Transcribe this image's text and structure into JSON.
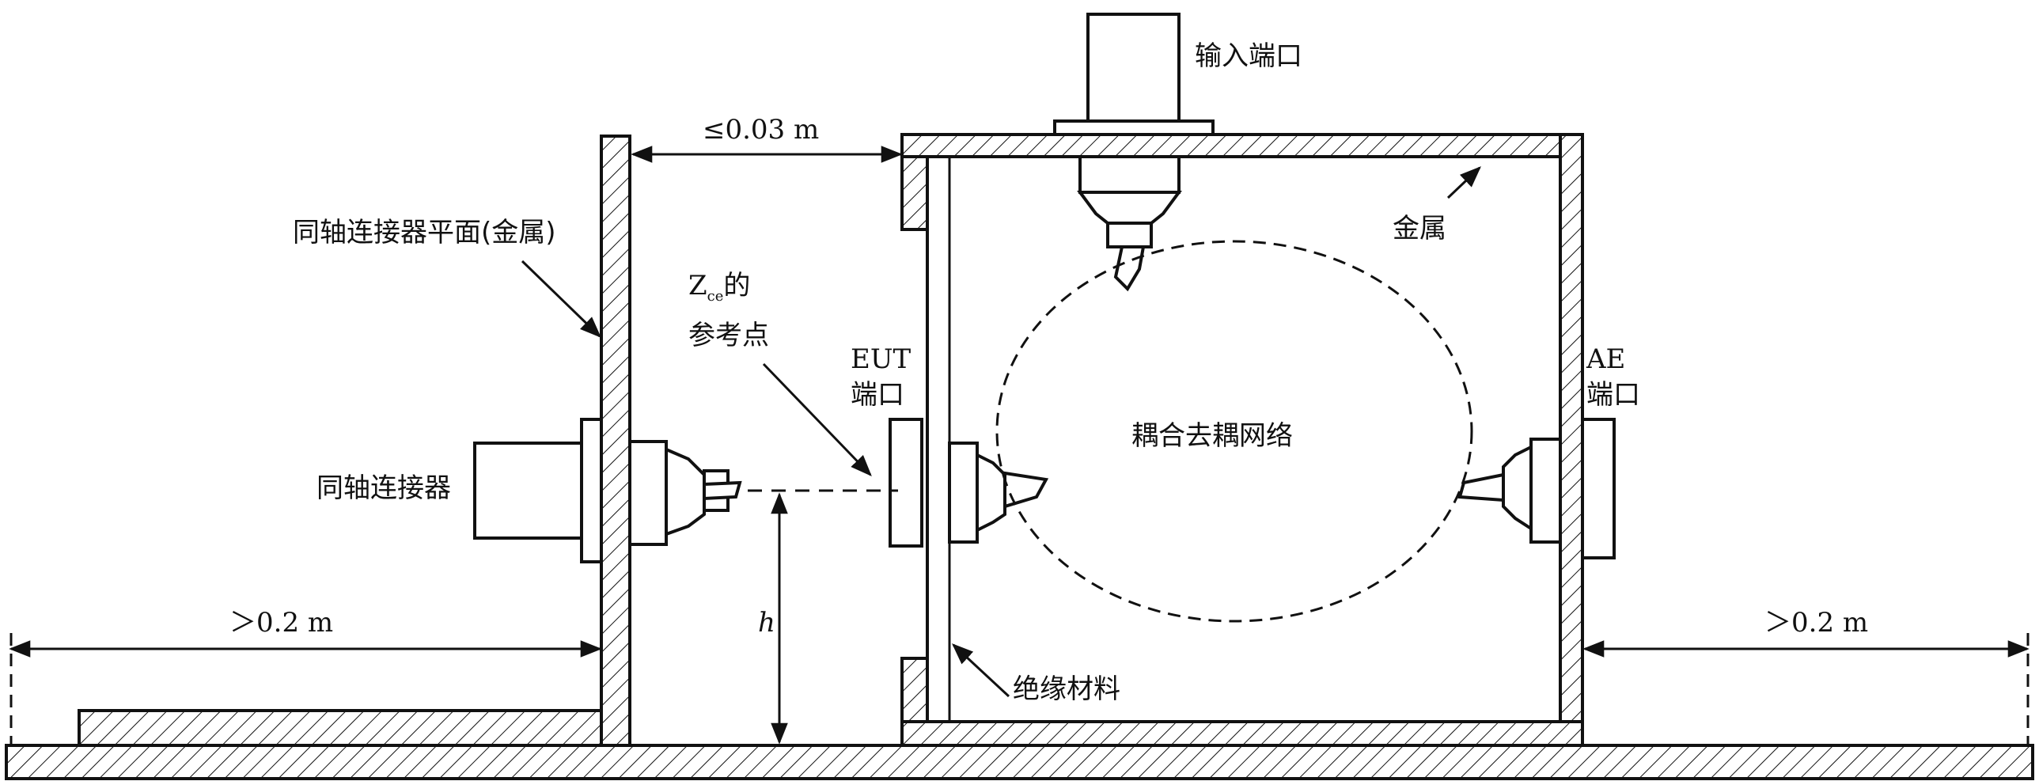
{
  "labels": {
    "input_port": "输入端口",
    "gap": "≤0.03 m",
    "metal": "金属",
    "coax_plane": "同轴连接器平面(金属)",
    "zce_main": "Z",
    "zce_sub": "ce",
    "zce_suffix": "的",
    "ref_point": "参考点",
    "eut_line1": "EUT",
    "eut_line2": "端口",
    "ae_line1": "AE",
    "ae_line2": "端口",
    "cdn": "耦合去耦网络",
    "coax_connector": "同轴连接器",
    "left_dist": "＞0.2 m",
    "right_dist": "＞0.2 m",
    "height": "h",
    "insulation": "绝缘材料"
  }
}
